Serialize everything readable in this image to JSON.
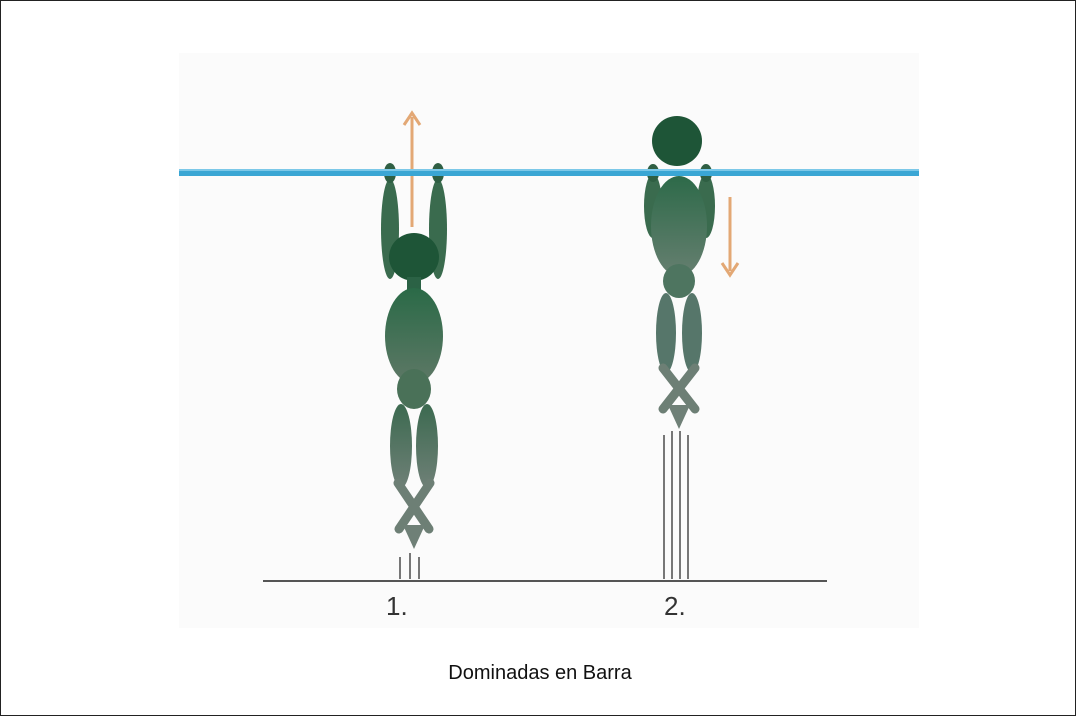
{
  "figure": {
    "caption": "Dominadas en Barra",
    "steps": [
      {
        "label": "1."
      },
      {
        "label": "2."
      }
    ],
    "colors": {
      "bar": "#3aa6d4",
      "figure_dark": "#1f5a3a",
      "figure_mid": "#3f6f52",
      "figure_light": "#6a8373",
      "arrow": "#e3a875",
      "floor": "#555555"
    }
  }
}
